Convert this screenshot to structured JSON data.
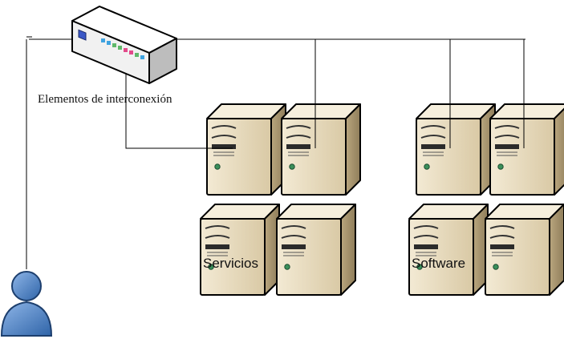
{
  "diagram": {
    "interconnect_label": "Elementos de interconexión",
    "group_labels": {
      "servicios": "Servicios",
      "software": "Software"
    },
    "icons": {
      "switch": "network-switch-icon",
      "server": "server-tower-icon",
      "user": "user-icon"
    },
    "colors": {
      "server_front": "#e8dcc0",
      "server_side": "#c2b08a",
      "server_top": "#f4ecd8",
      "switch_body": "#f0f0f0",
      "user_body": "#4f86c6",
      "line": "#000000"
    }
  }
}
